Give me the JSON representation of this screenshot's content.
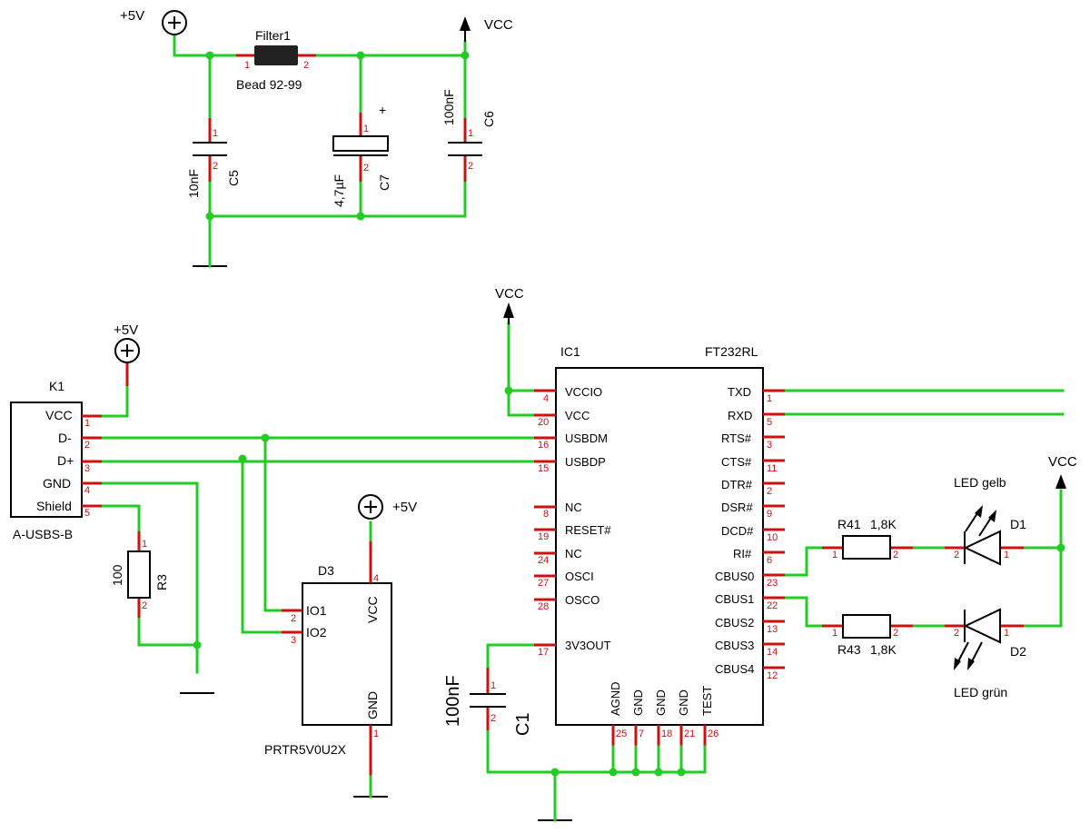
{
  "supply": {
    "p5v": "+5V",
    "vcc": "VCC"
  },
  "filter_section": {
    "filter": {
      "name": "Filter1",
      "value": "Bead 92-99",
      "pin1": "1",
      "pin2": "2"
    },
    "c5": {
      "name": "C5",
      "value": "10nF",
      "pin1": "1",
      "pin2": "2"
    },
    "c7": {
      "name": "C7",
      "value": "4,7µF",
      "pin1": "1",
      "pin2": "2",
      "polarity": "+"
    },
    "c6": {
      "name": "C6",
      "value": "100nF",
      "pin1": "1",
      "pin2": "2"
    }
  },
  "k1": {
    "name": "K1",
    "part": "A-USBS-B",
    "pins": [
      {
        "label": "VCC",
        "num": "1"
      },
      {
        "label": "D-",
        "num": "2"
      },
      {
        "label": "D+",
        "num": "3"
      },
      {
        "label": "GND",
        "num": "4"
      },
      {
        "label": "Shield",
        "num": "5"
      }
    ]
  },
  "r3": {
    "name": "R3",
    "value": "100",
    "pin1": "1",
    "pin2": "2"
  },
  "d3": {
    "name": "D3",
    "part": "PRTR5V0U2X",
    "pins": [
      {
        "label": "IO1",
        "num": "2"
      },
      {
        "label": "IO2",
        "num": "3"
      },
      {
        "label": "VCC",
        "num": "4"
      },
      {
        "label": "GND",
        "num": "1"
      }
    ]
  },
  "ic1": {
    "name": "IC1",
    "part": "FT232RL",
    "left_pins": [
      {
        "label": "VCCIO",
        "num": "4"
      },
      {
        "label": "VCC",
        "num": "20"
      },
      {
        "label": "USBDM",
        "num": "16"
      },
      {
        "label": "USBDP",
        "num": "15"
      },
      {
        "label": "NC",
        "num": "8"
      },
      {
        "label": "RESET#",
        "num": "19"
      },
      {
        "label": "NC",
        "num": "24"
      },
      {
        "label": "OSCI",
        "num": "27"
      },
      {
        "label": "OSCO",
        "num": "28"
      },
      {
        "label": "3V3OUT",
        "num": "17"
      }
    ],
    "right_pins": [
      {
        "label": "TXD",
        "num": "1"
      },
      {
        "label": "RXD",
        "num": "5"
      },
      {
        "label": "RTS#",
        "num": "3"
      },
      {
        "label": "CTS#",
        "num": "11"
      },
      {
        "label": "DTR#",
        "num": "2"
      },
      {
        "label": "DSR#",
        "num": "9"
      },
      {
        "label": "DCD#",
        "num": "10"
      },
      {
        "label": "RI#",
        "num": "6"
      },
      {
        "label": "CBUS0",
        "num": "23"
      },
      {
        "label": "CBUS1",
        "num": "22"
      },
      {
        "label": "CBUS2",
        "num": "13"
      },
      {
        "label": "CBUS3",
        "num": "14"
      },
      {
        "label": "CBUS4",
        "num": "12"
      }
    ],
    "bottom_pins": [
      {
        "label": "AGND",
        "num": "25"
      },
      {
        "label": "GND",
        "num": "7"
      },
      {
        "label": "GND",
        "num": "18"
      },
      {
        "label": "GND",
        "num": "21"
      },
      {
        "label": "TEST",
        "num": "26"
      }
    ]
  },
  "c1": {
    "name": "C1",
    "value": "100nF",
    "pin1": "1",
    "pin2": "2"
  },
  "r41": {
    "name": "R41",
    "value": "1,8K",
    "pin1": "1",
    "pin2": "2"
  },
  "r43": {
    "name": "R43",
    "value": "1,8K",
    "pin1": "1",
    "pin2": "2"
  },
  "d1": {
    "name": "D1",
    "label": "LED gelb",
    "pin_a": "2",
    "pin_k": "1"
  },
  "d2": {
    "name": "D2",
    "label": "LED grün",
    "pin_a": "2",
    "pin_k": "1"
  }
}
